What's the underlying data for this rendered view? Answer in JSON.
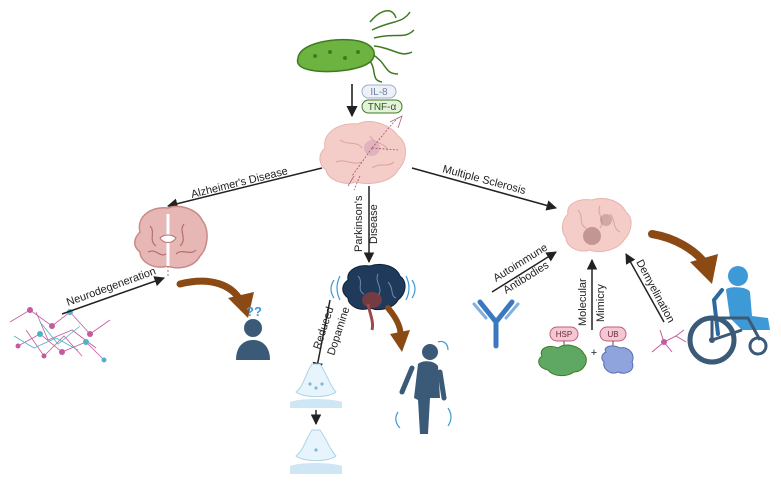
{
  "cytokines": {
    "il8": "IL-8",
    "tnfa": "TNF-α"
  },
  "labels": {
    "alzheimers": "Alzheimer's Disease",
    "parkinsons_line1": "Parkinson's",
    "parkinsons_line2": "Disease",
    "multiple_sclerosis": "Multiple Sclerosis",
    "neurodegeneration": "Neurodegeneration",
    "reduced": "Reduced",
    "dopamine": "Dopamine",
    "autoimmune": "Autoimmune",
    "antibodies": "Antibodies",
    "molecular": "Molecular",
    "mimicry": "Mimicry",
    "demyelination": "Demyelination",
    "question_marks": "??",
    "hsp": "HSP",
    "ub": "UB",
    "plus": "+"
  },
  "colors": {
    "bacterium": "#6db33f",
    "bacterium_dark": "#3f7a22",
    "brain_pink": "#f4cdc8",
    "brain_dark": "#1f3a5a",
    "brown_arrow": "#8b4a14",
    "person": "#3b5a78",
    "wheelchair_person": "#3e9ad6",
    "antibody": "#3a78c0",
    "green_protein": "#5fa864",
    "blue_protein": "#8fa3dc",
    "neuron_pink": "#c45aa0",
    "neuron_teal": "#4fb3c4",
    "synapse": "#a9d4ea"
  }
}
